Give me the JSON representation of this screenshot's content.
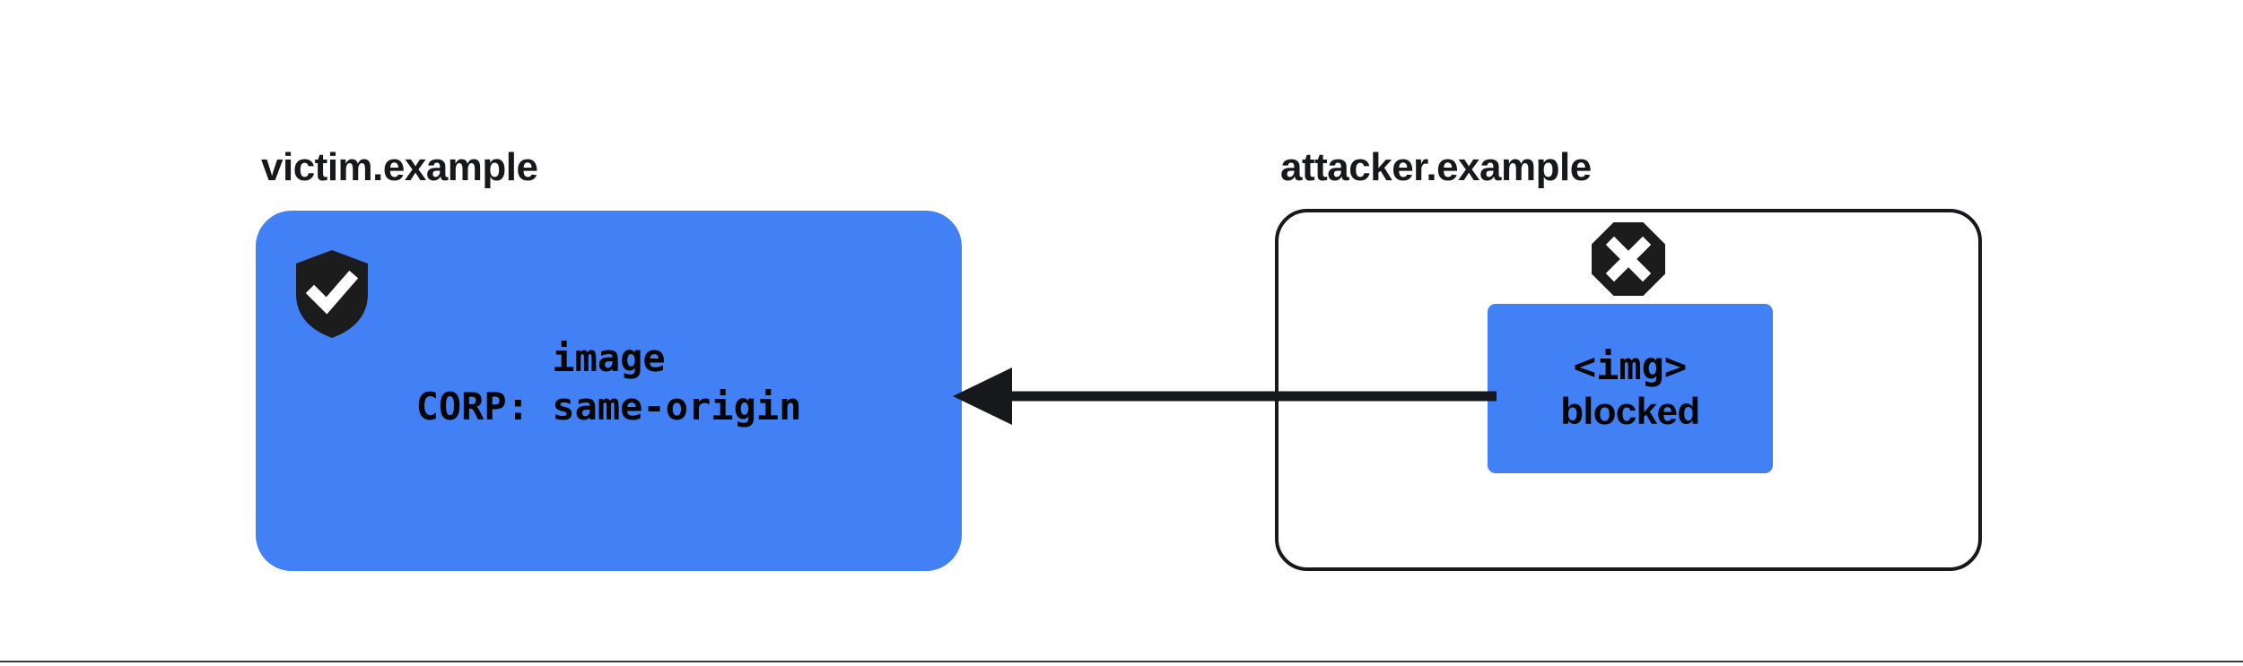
{
  "diagram": {
    "title_text_color": "#17181c",
    "accent_blue": "#4280f5",
    "ink": "#17181c",
    "background": "#ffffff"
  },
  "victim": {
    "label": "victim.example",
    "badge_icon": "shield-check-icon",
    "resource_name": "image",
    "resource_header": "CORP: same-origin"
  },
  "attacker": {
    "label": "attacker.example",
    "badge_icon": "blocked-octagon-x-icon",
    "request_tag": "<img>",
    "request_state": "blocked"
  },
  "arrow": {
    "icon": "left-arrow-icon",
    "direction": "right-to-left",
    "from": "attacker.example",
    "to": "victim.example"
  }
}
